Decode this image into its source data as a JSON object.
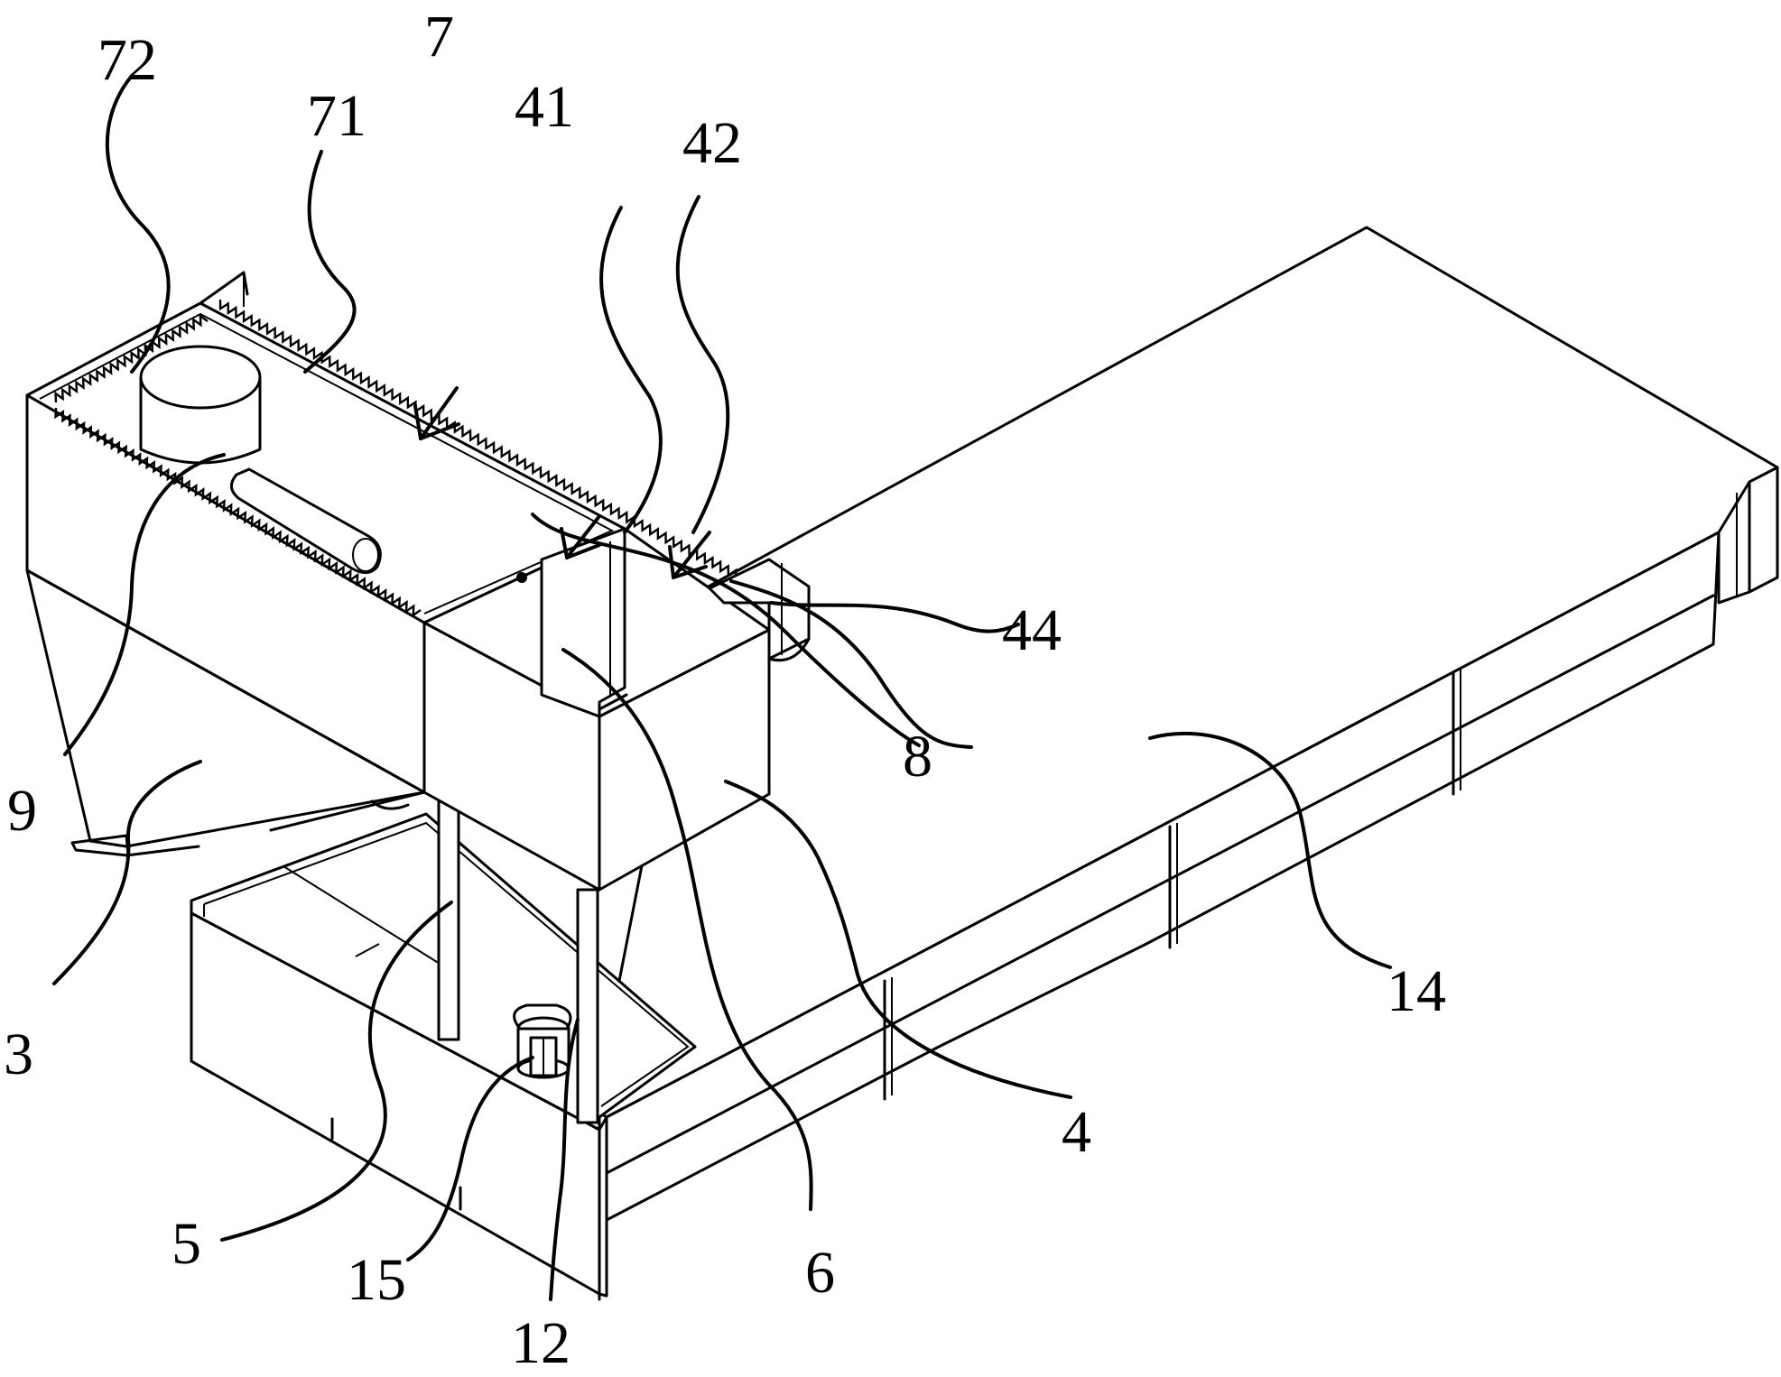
{
  "figure": {
    "labels": {
      "l72": "72",
      "l71": "71",
      "l7": "7",
      "l41": "41",
      "l42": "42",
      "l44": "44",
      "l8": "8",
      "l14": "14",
      "l9": "9",
      "l3": "3",
      "l4": "4",
      "l5": "5",
      "l6": "6",
      "l15": "15",
      "l12": "12"
    }
  }
}
